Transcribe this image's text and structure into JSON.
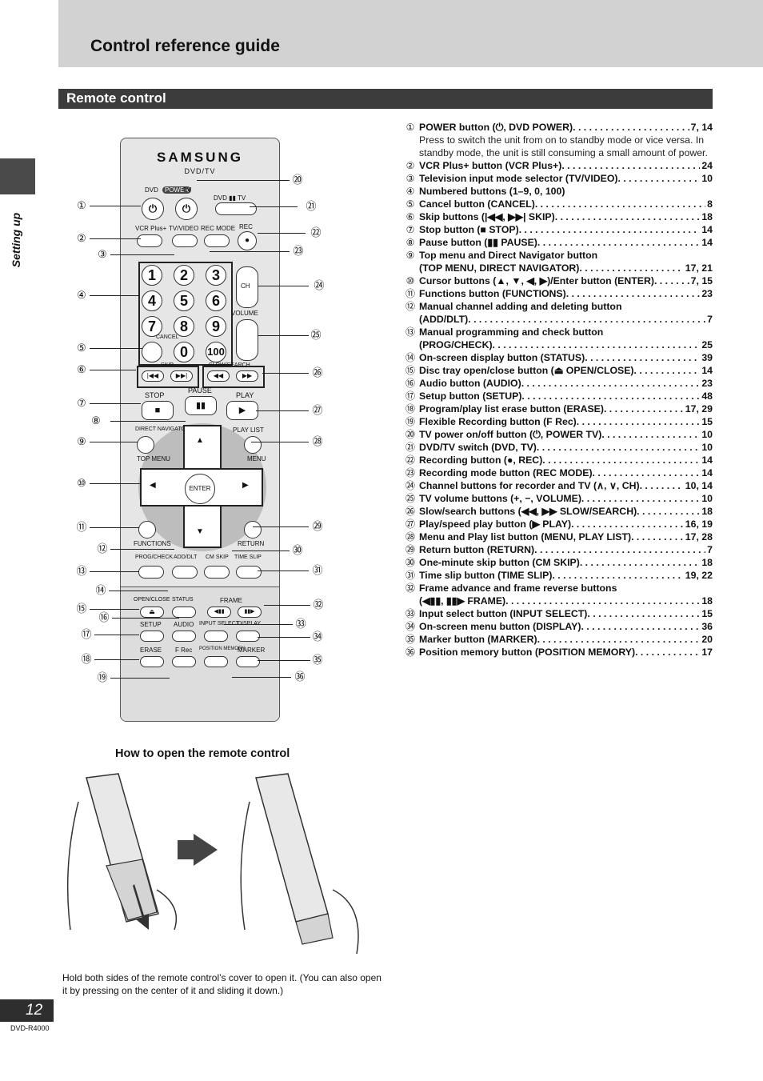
{
  "header": {
    "title": "Control reference guide"
  },
  "section": {
    "title": "Remote control"
  },
  "sidebar": {
    "tab_label": "Setting up"
  },
  "remote": {
    "brand": "SAMSUNG",
    "subtitle": "DVD/TV",
    "labels": {
      "dvd": "DVD",
      "power": "POWER",
      "tv": "TV",
      "dvd_tv": "DVD ▮▮ TV",
      "vcr_plus": "VCR Plus+",
      "tv_video": "TV/VIDEO",
      "rec_mode": "REC MODE",
      "rec": "REC",
      "ch": "CH",
      "volume": "VOLUME",
      "cancel": "CANCEL",
      "skip": "SKIP",
      "slow_search": "SLOW/SEARCH",
      "stop": "STOP",
      "pause": "PAUSE",
      "play": "PLAY",
      "direct_navigator": "DIRECT NAVIGATOR",
      "top_menu": "TOP MENU",
      "play_list": "PLAY LIST",
      "menu": "MENU",
      "enter": "ENTER",
      "functions": "FUNCTIONS",
      "return": "RETURN",
      "prog_check": "PROG/CHECK",
      "add_dlt": "ADD/DLT",
      "cm_skip": "CM SKIP",
      "time_slip": "TIME SLIP",
      "open_close": "OPEN/CLOSE",
      "status": "STATUS",
      "frame": "FRAME",
      "setup": "SETUP",
      "audio": "AUDIO",
      "input_select": "INPUT SELECT",
      "display": "DISPLAY",
      "erase": "ERASE",
      "f_rec": "F Rec",
      "position_memory": "POSITION MEMORY",
      "marker": "MARKER"
    },
    "digits": [
      "1",
      "2",
      "3",
      "4",
      "5",
      "6",
      "7",
      "8",
      "9",
      "0",
      "100"
    ],
    "callouts": [
      "①",
      "②",
      "③",
      "④",
      "⑤",
      "⑥",
      "⑦",
      "⑧",
      "⑨",
      "⑩",
      "⑪",
      "⑫",
      "⑬",
      "⑭",
      "⑮",
      "⑯",
      "⑰",
      "⑱",
      "⑲",
      "⑳",
      "㉑",
      "㉒",
      "㉓",
      "㉔",
      "㉕",
      "㉖",
      "㉗",
      "㉘",
      "㉙",
      "㉚",
      "㉛",
      "㉜",
      "㉝",
      "㉞",
      "㉟",
      "㊱"
    ]
  },
  "entries": [
    {
      "num": "①",
      "label": "POWER button (⏻, DVD POWER)",
      "pages": "7, 14",
      "desc": "Press to switch the unit from on to standby mode or vice versa. In standby mode, the unit is still consuming a small amount of power."
    },
    {
      "num": "②",
      "label": "VCR Plus+ button (VCR Plus+)",
      "pages": "24"
    },
    {
      "num": "③",
      "label": "Television input mode selector (TV/VIDEO)",
      "pages": "10"
    },
    {
      "num": "④",
      "label": "Numbered buttons (1–9, 0, 100)",
      "pages": ""
    },
    {
      "num": "⑤",
      "label": "Cancel button (CANCEL)",
      "pages": "8"
    },
    {
      "num": "⑥",
      "label": "Skip buttons (|◀◀, ▶▶| SKIP)",
      "pages": "18"
    },
    {
      "num": "⑦",
      "label": "Stop button (■ STOP)",
      "pages": "14"
    },
    {
      "num": "⑧",
      "label": "Pause button (▮▮ PAUSE)",
      "pages": "14"
    },
    {
      "num": "⑨",
      "label": "Top menu and Direct Navigator button",
      "label2": "(TOP MENU, DIRECT NAVIGATOR)",
      "pages": "17, 21"
    },
    {
      "num": "⑩",
      "label": "Cursor buttons (▲, ▼, ◀, ▶)/Enter button (ENTER)",
      "pages": "7, 15"
    },
    {
      "num": "⑪",
      "label": "Functions button (FUNCTIONS)",
      "pages": "23"
    },
    {
      "num": "⑫",
      "label": "Manual channel adding and deleting button",
      "label2": "(ADD/DLT)",
      "pages": "7"
    },
    {
      "num": "⑬",
      "label": "Manual programming and check button",
      "label2": "(PROG/CHECK)",
      "pages": "25"
    },
    {
      "num": "⑭",
      "label": "On-screen display button (STATUS)",
      "pages": "39"
    },
    {
      "num": "⑮",
      "label": "Disc tray open/close button (⏏ OPEN/CLOSE)",
      "pages": "14"
    },
    {
      "num": "⑯",
      "label": "Audio button (AUDIO)",
      "pages": "23"
    },
    {
      "num": "⑰",
      "label": "Setup button (SETUP)",
      "pages": "48"
    },
    {
      "num": "⑱",
      "label": "Program/play list erase button (ERASE)",
      "pages": "17, 29"
    },
    {
      "num": "⑲",
      "label": "Flexible Recording button (F Rec)",
      "pages": "15"
    },
    {
      "num": "⑳",
      "label": "TV power on/off button (⏻, POWER TV)",
      "pages": "10"
    },
    {
      "num": "㉑",
      "label": "DVD/TV switch (DVD, TV)",
      "pages": "10"
    },
    {
      "num": "㉒",
      "label": "Recording button (●, REC)",
      "pages": "14"
    },
    {
      "num": "㉓",
      "label": "Recording mode button (REC MODE)",
      "pages": "14"
    },
    {
      "num": "㉔",
      "label": "Channel buttons for recorder and TV (∧, ∨, CH)",
      "pages": "10, 14"
    },
    {
      "num": "㉕",
      "label": "TV volume buttons (+, −, VOLUME)",
      "pages": "10"
    },
    {
      "num": "㉖",
      "label": "Slow/search buttons (◀◀, ▶▶ SLOW/SEARCH)",
      "pages": "18"
    },
    {
      "num": "㉗",
      "label": "Play/speed play button (▶ PLAY)",
      "pages": "16, 19"
    },
    {
      "num": "㉘",
      "label": "Menu and Play list button (MENU, PLAY LIST)",
      "pages": "17, 28"
    },
    {
      "num": "㉙",
      "label": "Return button (RETURN)",
      "pages": "7"
    },
    {
      "num": "㉚",
      "label": "One-minute skip button (CM SKIP)",
      "pages": "18"
    },
    {
      "num": "㉛",
      "label": "Time slip button (TIME SLIP)",
      "pages": "19, 22"
    },
    {
      "num": "㉜",
      "label": "Frame advance and frame reverse buttons",
      "label2": "(◀▮▮, ▮▮▶ FRAME)",
      "pages": "18"
    },
    {
      "num": "㉝",
      "label": "Input select button (INPUT SELECT)",
      "pages": "15"
    },
    {
      "num": "㉞",
      "label": "On-screen menu button (DISPLAY)",
      "pages": "36"
    },
    {
      "num": "㉟",
      "label": "Marker button (MARKER)",
      "pages": "20"
    },
    {
      "num": "㊱",
      "label": "Position memory button (POSITION MEMORY)",
      "pages": "17"
    }
  ],
  "howto": {
    "title": "How to open the remote control",
    "caption": "Hold both sides of the remote control’s cover to open it. (You can also open it by pressing on the center of it and sliding it down.)"
  },
  "footer": {
    "page_number": "12",
    "model": "DVD-R4000"
  }
}
